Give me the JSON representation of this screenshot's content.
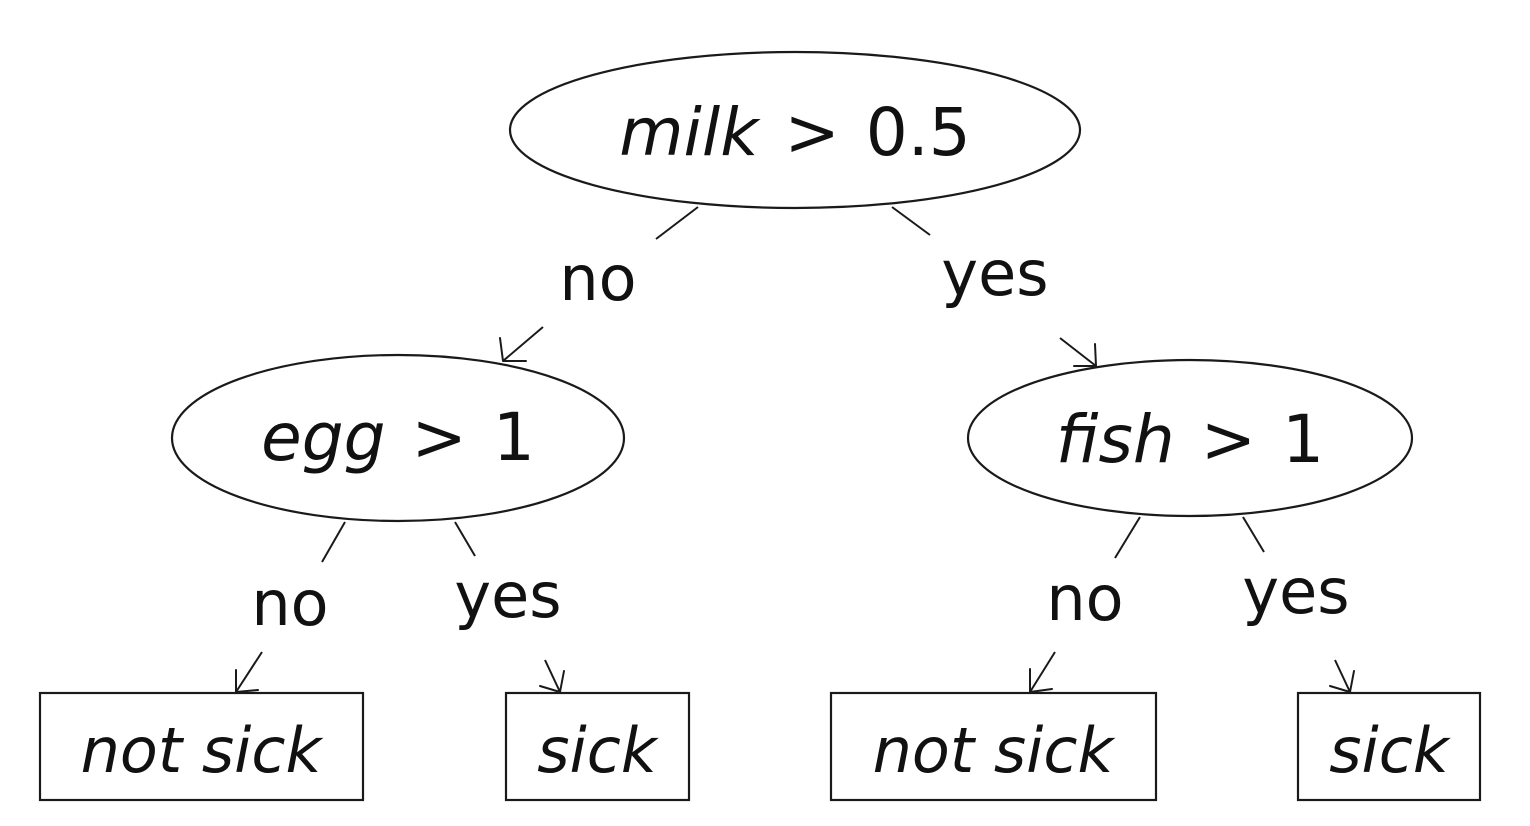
{
  "tree": {
    "root": {
      "variable": "milk",
      "operator": ">",
      "threshold": "0.5"
    },
    "left": {
      "edge_label": "no",
      "variable": "egg",
      "operator": ">",
      "threshold": "1",
      "left": {
        "edge_label": "no",
        "text": "not sick"
      },
      "right": {
        "edge_label": "yes",
        "text": "sick"
      }
    },
    "right": {
      "edge_label": "yes",
      "variable": "fish",
      "operator": ">",
      "threshold": "1",
      "left": {
        "edge_label": "no",
        "text": "not sick"
      },
      "right": {
        "edge_label": "yes",
        "text": "sick"
      }
    }
  }
}
